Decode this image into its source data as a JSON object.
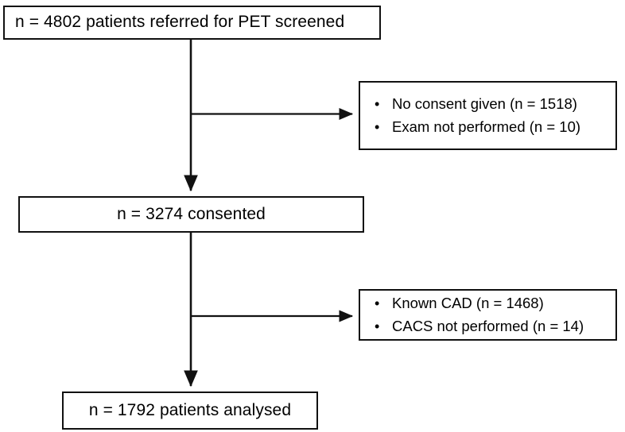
{
  "diagram": {
    "type": "patient-flow-consort",
    "title": "",
    "colors": {
      "stroke": "#111111",
      "background": "#ffffff",
      "text": "#000000"
    },
    "nodes": {
      "screened": {
        "label": "n = 4802 patients referred for PET screened",
        "n": 4802
      },
      "consented": {
        "label": "n = 3274 consented",
        "n": 3274
      },
      "analysed": {
        "label": "n = 1792 patients analysed",
        "n": 1792
      }
    },
    "exclusions": [
      {
        "id": "exclusions-1",
        "items": [
          {
            "bullet": "•",
            "label": "No consent given (n = 1518)",
            "n": 1518
          },
          {
            "bullet": "•",
            "label": "Exam not performed (n = 10)",
            "n": 10
          }
        ]
      },
      {
        "id": "exclusions-2",
        "items": [
          {
            "bullet": "•",
            "label": "Known CAD (n = 1468)",
            "n": 1468
          },
          {
            "bullet": "•",
            "label": "CACS not performed (n = 14)",
            "n": 14
          }
        ]
      }
    ],
    "connectors": [
      {
        "id": "screened-to-consented",
        "kind": "vertical-arrow"
      },
      {
        "id": "screened-to-exclusions-1",
        "kind": "horizontal-arrow"
      },
      {
        "id": "consented-to-analysed",
        "kind": "vertical-arrow"
      },
      {
        "id": "consented-to-exclusions-2",
        "kind": "horizontal-arrow"
      }
    ]
  }
}
